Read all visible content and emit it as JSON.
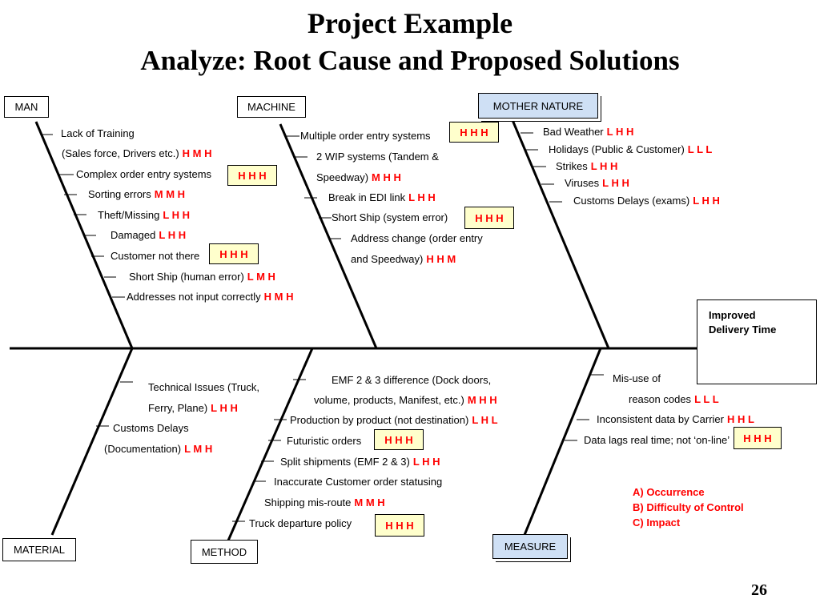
{
  "title": {
    "line1": "Project Example",
    "line2": "Analyze:  Root Cause and Proposed Solutions"
  },
  "categories": {
    "man": "MAN",
    "machine": "MACHINE",
    "mother_nature": "MOTHER NATURE",
    "material": "MATERIAL",
    "method": "METHOD",
    "measure": "MEASURE"
  },
  "effect": "Improved Delivery Time",
  "hhh_label": "H H H",
  "causes": {
    "man": [
      {
        "text": "Lack of Training",
        "rating": ""
      },
      {
        "text": "(Sales force, Drivers etc.)",
        "rating": "H M H"
      },
      {
        "text": "Complex order entry systems",
        "rating": ""
      },
      {
        "text": "Sorting errors",
        "rating": "M M H"
      },
      {
        "text": "Theft/Missing",
        "rating": "L H H"
      },
      {
        "text": "Damaged",
        "rating": "L H H"
      },
      {
        "text": "Customer not there",
        "rating": ""
      },
      {
        "text": "Short Ship (human error)",
        "rating": "L M H"
      },
      {
        "text": "Addresses not input correctly",
        "rating": "H M H"
      }
    ],
    "machine": [
      {
        "text": "Multiple order entry systems",
        "rating": ""
      },
      {
        "text": "2 WIP systems (Tandem &",
        "rating": ""
      },
      {
        "text": "Speedway)",
        "rating": "M H H"
      },
      {
        "text": "Break in EDI link",
        "rating": "L H H"
      },
      {
        "text": "Short Ship (system error)",
        "rating": ""
      },
      {
        "text": "Address change (order entry",
        "rating": ""
      },
      {
        "text": "and Speedway)",
        "rating": "H H M"
      }
    ],
    "mother_nature": [
      {
        "text": "Bad Weather",
        "rating": "L H H"
      },
      {
        "text": "Holidays (Public & Customer)",
        "rating": "L L L"
      },
      {
        "text": "Strikes",
        "rating": "L H H"
      },
      {
        "text": "Viruses",
        "rating": "L H H"
      },
      {
        "text": "Customs Delays (exams)",
        "rating": "L H H"
      }
    ],
    "material": [
      {
        "text": "Technical Issues (Truck,",
        "rating": ""
      },
      {
        "text": "Ferry, Plane)",
        "rating": "L H H"
      },
      {
        "text": "Customs Delays",
        "rating": ""
      },
      {
        "text": "(Documentation)",
        "rating": "L M H"
      }
    ],
    "method": [
      {
        "text": "EMF 2 & 3 difference (Dock doors,",
        "rating": ""
      },
      {
        "text": "volume, products, Manifest, etc.)",
        "rating": "M H H"
      },
      {
        "text": "Production by product (not destination)",
        "rating": "L H L"
      },
      {
        "text": "Futuristic orders",
        "rating": ""
      },
      {
        "text": "Split shipments (EMF 2 & 3)",
        "rating": "L H  H"
      },
      {
        "text": "Inaccurate Customer order statusing",
        "rating": ""
      },
      {
        "text": "Shipping mis-route",
        "rating": "M M H"
      },
      {
        "text": "Truck departure policy",
        "rating": ""
      }
    ],
    "measure": [
      {
        "text": "Mis-use of",
        "rating": ""
      },
      {
        "text": "reason codes",
        "rating": "L L L"
      },
      {
        "text": "Inconsistent data by Carrier",
        "rating": "H H L"
      },
      {
        "text": "Data lags real time; not ‘on-line’",
        "rating": ""
      }
    ]
  },
  "legend": {
    "a": "A) Occurrence",
    "b": "B) Difficulty of Control",
    "c": "C) Impact"
  },
  "page_number": "26",
  "colors": {
    "rating_red": "#ff0000",
    "highlight_yellow": "#ffffcc",
    "category_blue": "#cfe0f5"
  }
}
